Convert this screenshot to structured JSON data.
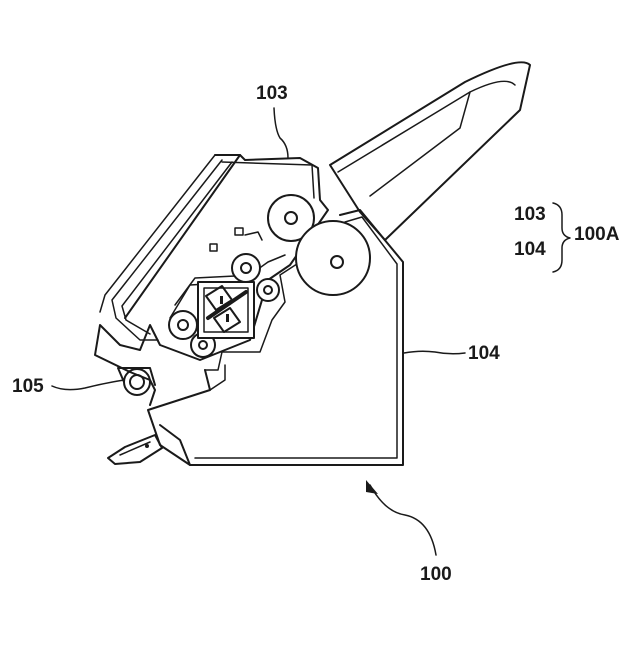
{
  "labels": {
    "l103": "103",
    "l104": "104",
    "l105": "105",
    "l100": "100",
    "group_top": "103",
    "group_bottom": "104",
    "group_name": "100A"
  },
  "colors": {
    "ink": "#1a1a1a",
    "background": "#ffffff"
  }
}
